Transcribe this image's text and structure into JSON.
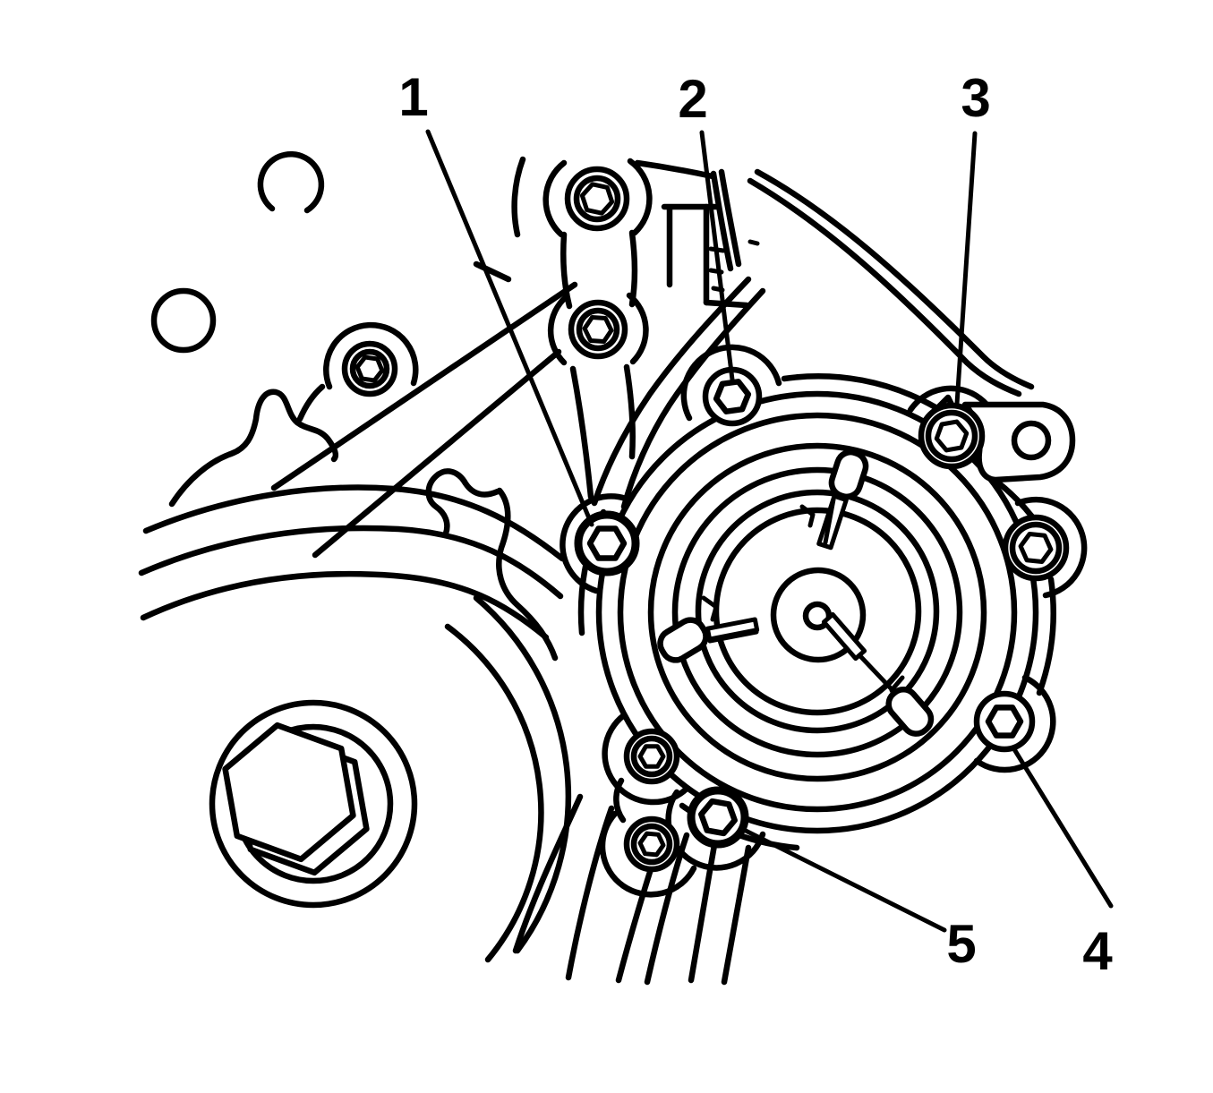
{
  "figure": {
    "style": "black and white service-manual line illustration",
    "background_color": "#ffffff",
    "line_color": "#000000",
    "subject": "engine front cover with water pump and numbered bolt locations"
  },
  "callouts": [
    {
      "label": "1",
      "points_to": "water pump bolt left"
    },
    {
      "label": "2",
      "points_to": "water pump bolt upper"
    },
    {
      "label": "3",
      "points_to": "water pump bolt upper right"
    },
    {
      "label": "4",
      "points_to": "water pump bolt lower right"
    },
    {
      "label": "5",
      "points_to": "water pump bolt lower"
    }
  ]
}
